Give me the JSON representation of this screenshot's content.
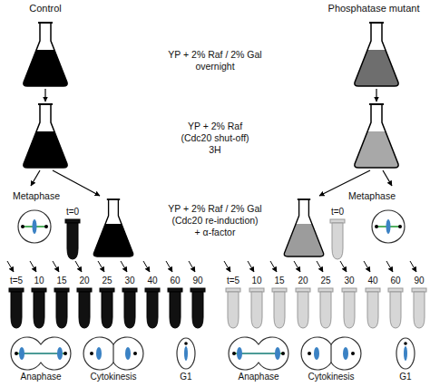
{
  "diagram": {
    "labels": [
      "Control",
      "Phosphatase mutant",
      "YP + 2% Raf / 2% Gal",
      "overnight",
      "YP + 2% Raf",
      "(Cdc20 shut-off)",
      "3H",
      "Metaphase",
      "Metaphase",
      "YP + 2% Raf / 2% Gal",
      "(Cdc20 re-induction)",
      "+ α-factor",
      "t=0",
      "t=0",
      "t=5",
      "10",
      "15",
      "20",
      "25",
      "30",
      "40",
      "60",
      "90",
      "t=5",
      "10",
      "15",
      "20",
      "25",
      "30",
      "40",
      "60",
      "90",
      "Anaphase",
      "Cytokinesis",
      "G1",
      "Anaphase",
      "Cytokinesis",
      "G1"
    ]
  }
}
